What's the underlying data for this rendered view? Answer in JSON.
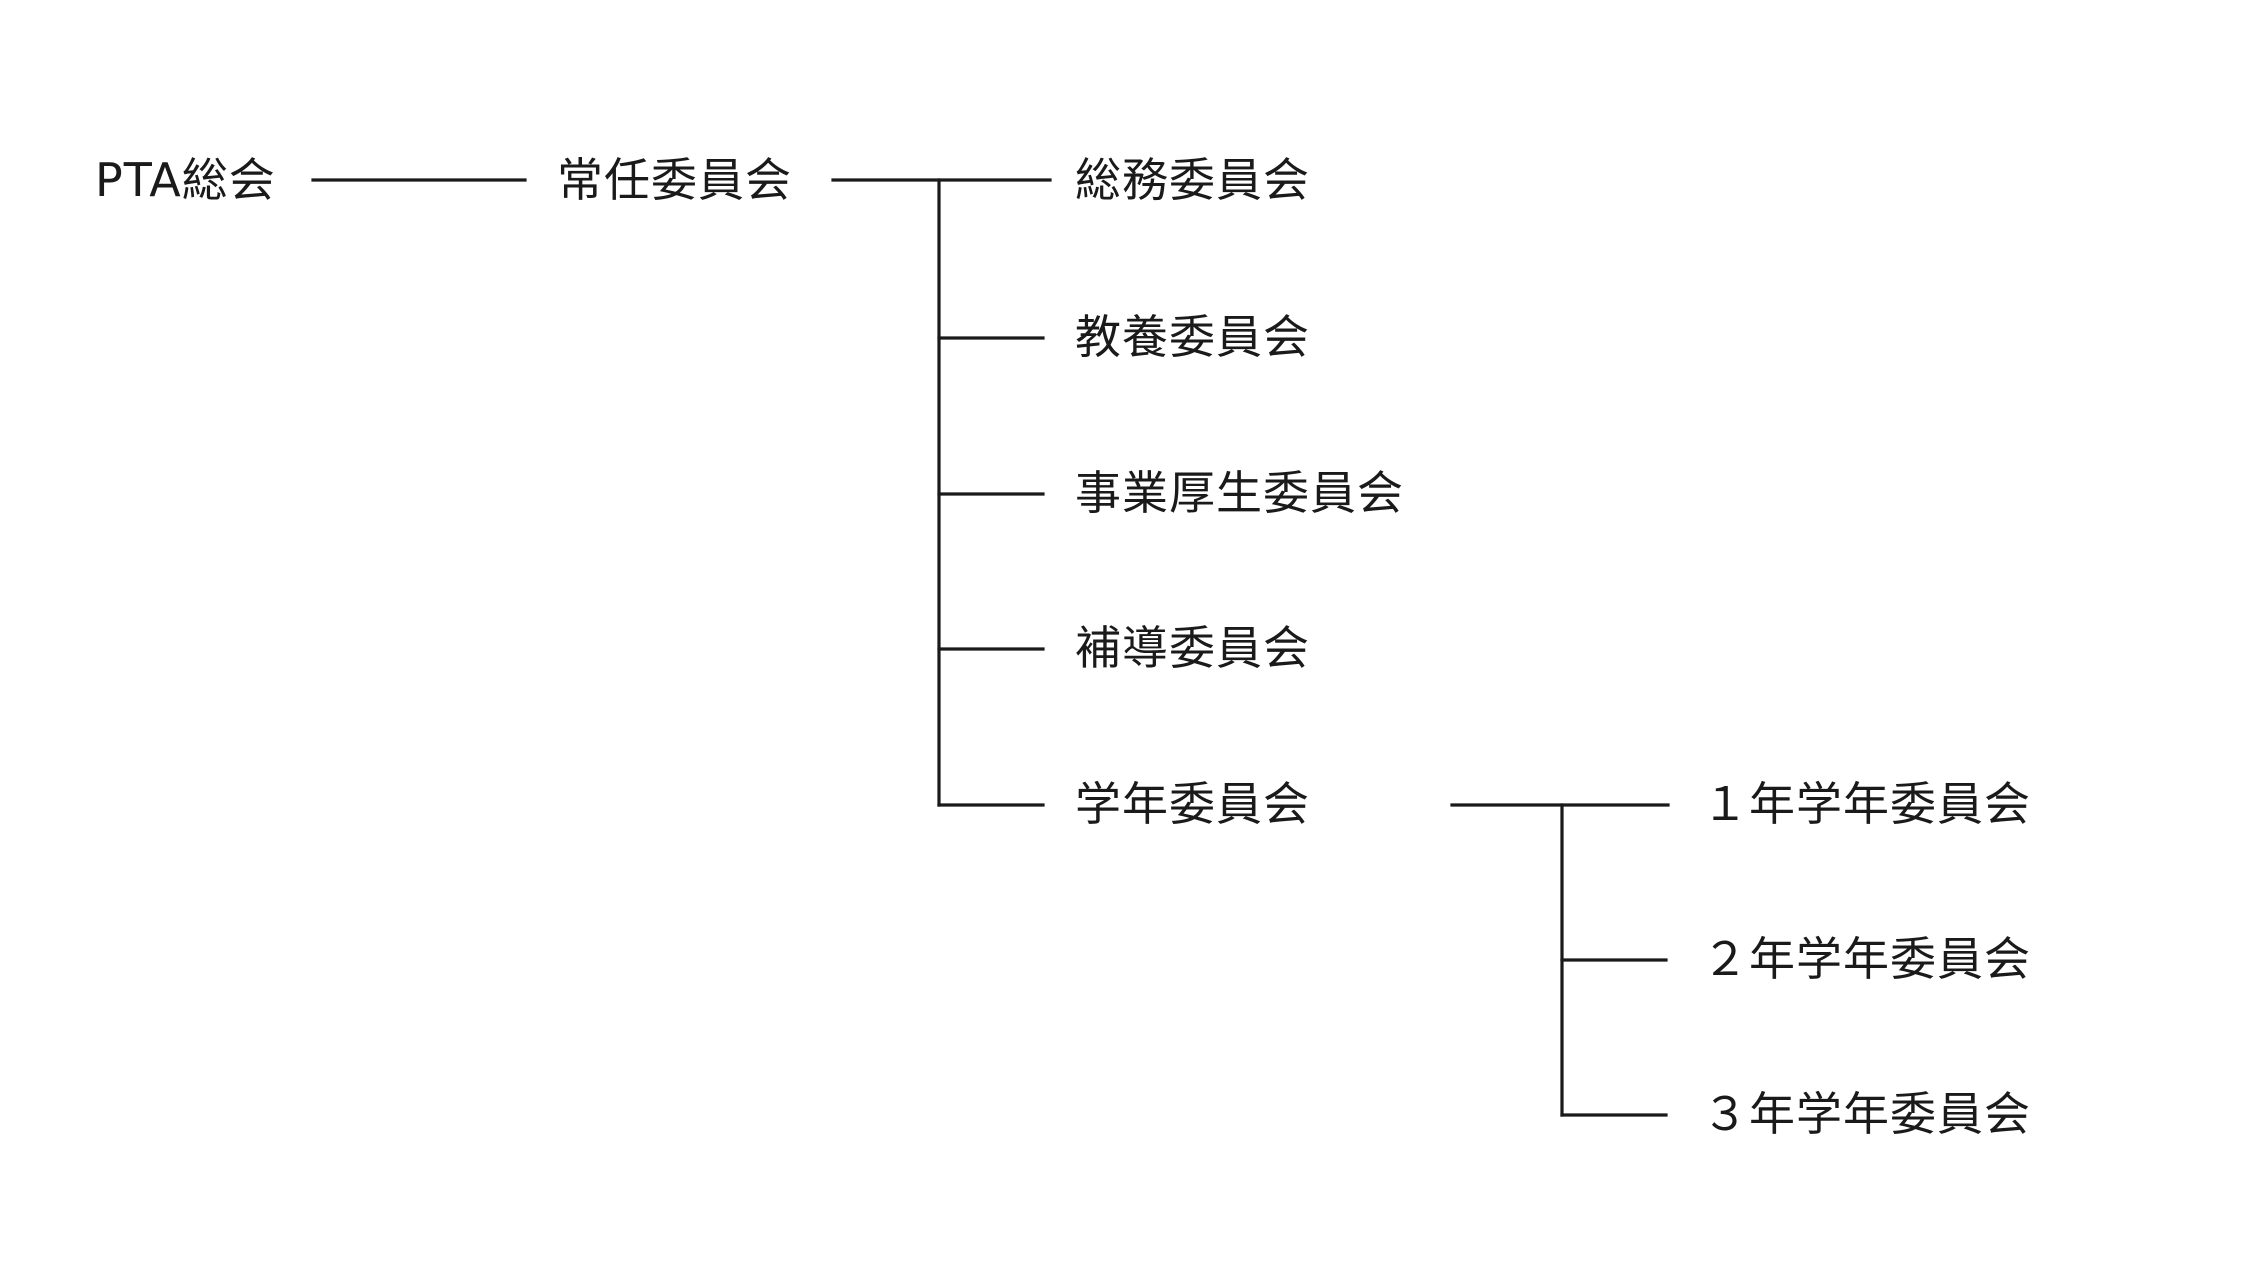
{
  "diagram": {
    "root": {
      "label": "PTA総会"
    },
    "standing": {
      "label": "常任委員会"
    },
    "committees": [
      {
        "label": "総務委員会"
      },
      {
        "label": "教養委員会"
      },
      {
        "label": "事業厚生委員会"
      },
      {
        "label": "補導委員会"
      },
      {
        "label": "学年委員会"
      }
    ],
    "grade_committees": [
      {
        "label": "１年学年委員会"
      },
      {
        "label": "２年学年委員会"
      },
      {
        "label": "３年学年委員会"
      }
    ],
    "line_color": "#1a1a1a"
  }
}
